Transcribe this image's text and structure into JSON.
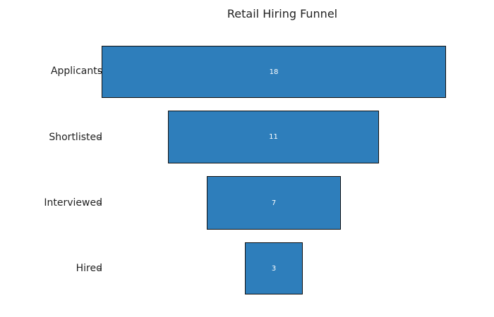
{
  "chart_data": {
    "type": "funnel",
    "title": "Retail Hiring Funnel",
    "categories": [
      "Applicants",
      "Shortlisted",
      "Interviewed",
      "Hired"
    ],
    "values": [
      18,
      11,
      7,
      3
    ],
    "xlabel": "",
    "ylabel": "",
    "bar_color": "#2e7ebb",
    "edge_color": "#111111",
    "grid": false,
    "legend": null
  },
  "title": "Retail Hiring Funnel",
  "stages": [
    {
      "label": "Applicants",
      "value": "18"
    },
    {
      "label": "Shortlisted",
      "value": "11"
    },
    {
      "label": "Interviewed",
      "value": "7"
    },
    {
      "label": "Hired",
      "value": "3"
    }
  ]
}
